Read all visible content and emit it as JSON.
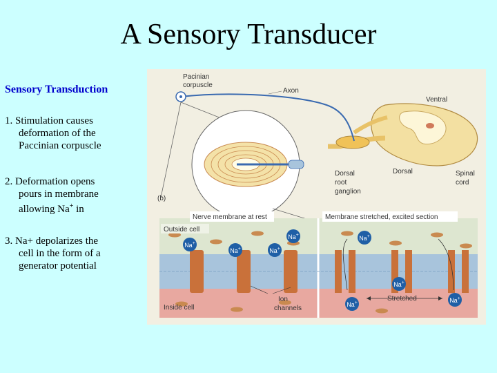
{
  "title": "A Sensory Transducer",
  "sidebar": {
    "heading": "Sensory Transduction",
    "step1": [
      "1. Stimulation causes",
      "deformation of the",
      "Paccinian corpuscle"
    ],
    "step2": [
      "2. Deformation opens",
      "pours in membrane",
      "allowing Na",
      "+",
      " in"
    ],
    "step3": [
      "3. Na+ depolarizes the",
      "cell in the form of a",
      "generator potential"
    ]
  },
  "figure": {
    "labels": {
      "pacinian": [
        "Pacinian",
        "corpuscle"
      ],
      "axon": "Axon",
      "ventral": "Ventral",
      "dorsal_root": [
        "Dorsal",
        "root",
        "ganglion"
      ],
      "dorsal": "Dorsal",
      "spinal_cord": [
        "Spinal",
        "cord"
      ],
      "b": "(b)",
      "rest_title": "Nerve membrane at rest",
      "stretched_title": "Membrane stretched, excited section",
      "outside": "Outside cell",
      "inside": "Inside cell",
      "ion_channels": [
        "Ion",
        "channels"
      ],
      "stretched": "Stretched",
      "na": "Na",
      "plus": "+"
    },
    "colors": {
      "outside": "#dde6d0",
      "inside": "#e8a8a0",
      "membrane": "#a8c4dc",
      "channel": "#c9713a",
      "ion": "#1f5fa6",
      "spinal": "#f3e0a2",
      "ellipse": "#c98a50"
    }
  }
}
